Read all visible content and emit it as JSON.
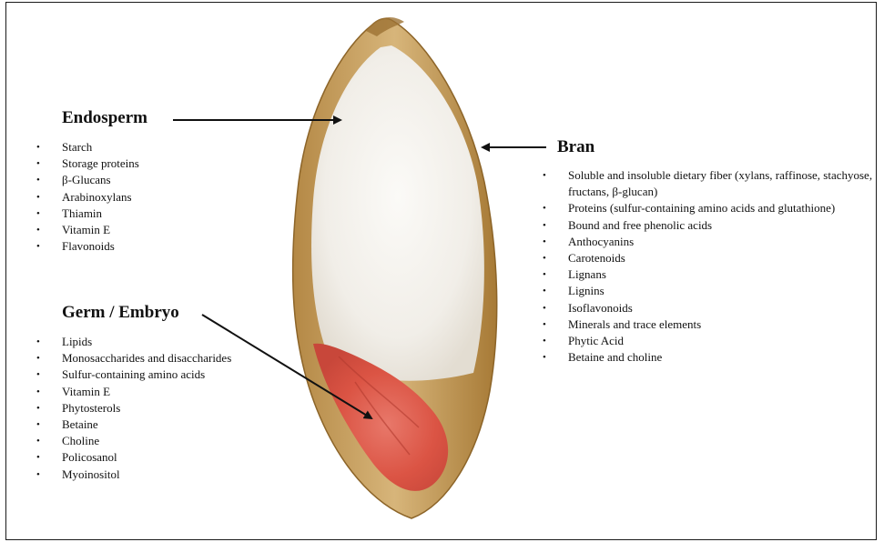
{
  "colors": {
    "endosperm": "#f3f1ec",
    "bran": "#c9a463",
    "germ": "#e0584a",
    "text": "#111111",
    "frame": "#1a1a1a"
  },
  "endosperm": {
    "heading": "Endosperm",
    "items": [
      "Starch",
      "Storage proteins",
      "β-Glucans",
      "Arabinoxylans",
      "Thiamin",
      "Vitamin E",
      "Flavonoids"
    ]
  },
  "germ": {
    "heading": "Germ / Embryo",
    "items": [
      "Lipids",
      "Monosaccharides and disaccharides",
      "Sulfur-containing amino acids",
      "Vitamin E",
      "Phytosterols",
      "Betaine",
      "Choline",
      "Policosanol",
      "Myoinositol"
    ]
  },
  "bran": {
    "heading": "Bran",
    "items": [
      "Soluble and insoluble dietary fiber (xylans, raffinose, stachyose, fructans, β-glucan)",
      "Proteins (sulfur-containing amino acids and glutathione)",
      "Bound and free phenolic acids",
      "Anthocyanins",
      "Carotenoids",
      "Lignans",
      "Lignins",
      "Isoflavonoids",
      "Minerals and trace elements",
      "Phytic Acid",
      "Betaine and choline"
    ]
  }
}
